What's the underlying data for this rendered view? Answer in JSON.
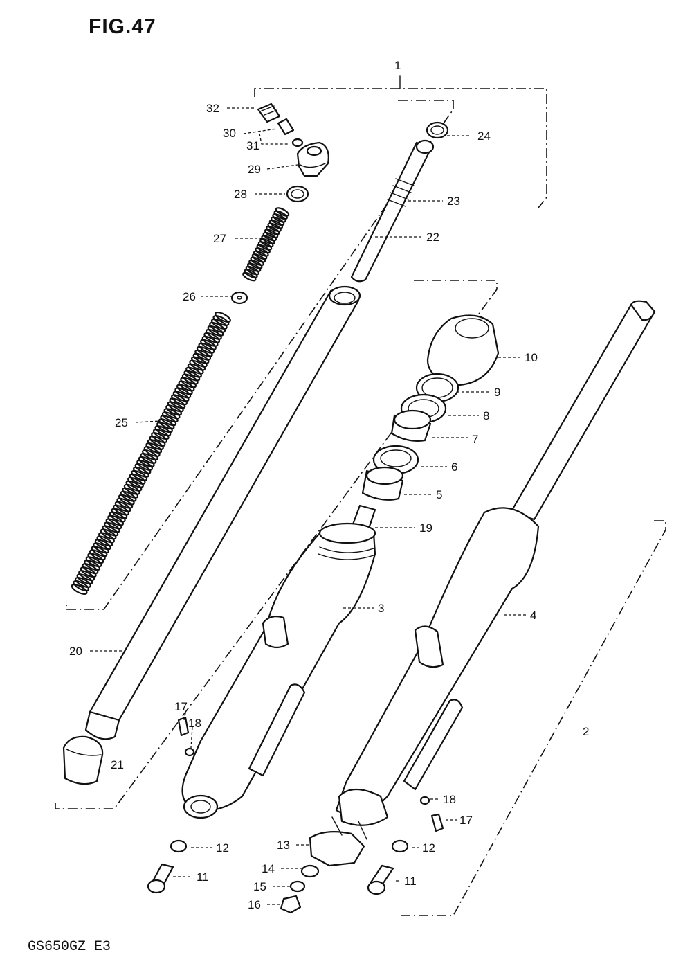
{
  "figure": {
    "title": "FIG.47",
    "model": "GS650GZ E3"
  },
  "callouts": [
    "1",
    "2",
    "3",
    "4",
    "5",
    "6",
    "7",
    "8",
    "9",
    "10",
    "11",
    "11",
    "12",
    "12",
    "13",
    "14",
    "15",
    "16",
    "17",
    "17",
    "18",
    "18",
    "19",
    "20",
    "21",
    "22",
    "23",
    "24",
    "25",
    "26",
    "27",
    "28",
    "29",
    "30",
    "31",
    "32"
  ]
}
